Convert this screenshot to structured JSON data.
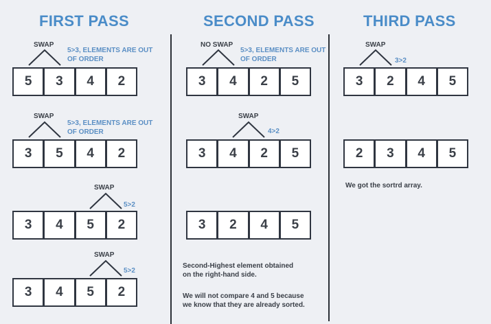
{
  "titles": {
    "first": "FIRST PASS",
    "second": "SECOND PASS",
    "third": "THIRD PASS"
  },
  "first_pass": {
    "arrays": [
      [
        "5",
        "3",
        "4",
        "2"
      ],
      [
        "3",
        "5",
        "4",
        "2"
      ],
      [
        "3",
        "4",
        "5",
        "2"
      ],
      [
        "3",
        "4",
        "5",
        "2"
      ]
    ],
    "swaps": [
      "SWAP",
      "SWAP",
      "SWAP",
      "SWAP"
    ],
    "notes": [
      [
        "5>3, ELEMENTS ARE OUT",
        "OF ORDER"
      ],
      [
        "5>3, ELEMENTS ARE OUT",
        "OF ORDER"
      ],
      [
        "5>2"
      ],
      [
        "5>2"
      ]
    ]
  },
  "second_pass": {
    "arrays": [
      [
        "3",
        "4",
        "2",
        "5"
      ],
      [
        "3",
        "4",
        "2",
        "5"
      ],
      [
        "3",
        "2",
        "4",
        "5"
      ]
    ],
    "swaps": [
      "NO SWAP",
      "SWAP"
    ],
    "notes": [
      [
        "5>3, ELEMENTS ARE OUT",
        "OF ORDER"
      ],
      [
        "4>2"
      ]
    ],
    "text_1": [
      "Second-Highest element obtained",
      "on the right-hand side."
    ],
    "text_2": [
      "We will not compare 4 and 5 because",
      "we know that they are already sorted."
    ]
  },
  "third_pass": {
    "arrays": [
      [
        "3",
        "2",
        "4",
        "5"
      ],
      [
        "2",
        "3",
        "4",
        "5"
      ]
    ],
    "swaps": [
      "SWAP"
    ],
    "notes": [
      [
        "3>2"
      ]
    ],
    "text": "We got the sortrd array."
  }
}
